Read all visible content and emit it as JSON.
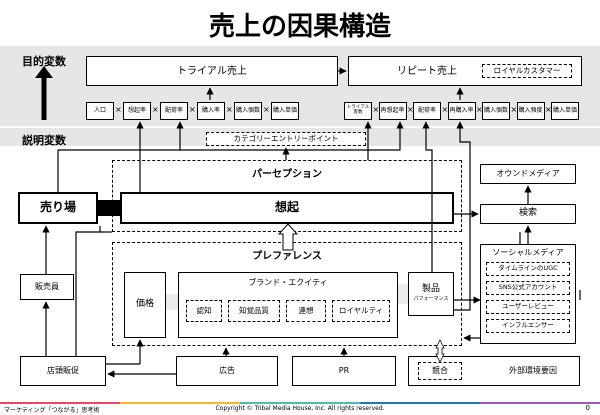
{
  "title": "売上の因果構造",
  "objective_label": "目的変数",
  "explanatory_label": "説明変数",
  "trial_sales": "トライアル売上",
  "repeat_sales": "リピート売上",
  "loyal_customer": "ロイヤルカスタマー",
  "trial_factors": [
    "人口",
    "想起率",
    "配荷率",
    "購入率",
    "購入個数",
    "購入単価"
  ],
  "repeat_factors": [
    "トライアル 客数",
    "再想起率",
    "配荷率",
    "再購入率",
    "購入個数",
    "購入頻度",
    "購入単価"
  ],
  "category_entry_point": "カテゴリーエントリーポイント",
  "perception": "パーセプション",
  "sales_floor": "売り場",
  "recall": "想起",
  "preference": "プレファレンス",
  "price": "価格",
  "brand_equity": "ブランド・エクイティ",
  "equity_items": [
    "認知",
    "知覚品質",
    "連想",
    "ロイヤルティ"
  ],
  "product": "製品",
  "product_sub": "パフォーマンス",
  "owned_media": "オウンドメディア",
  "search": "検索",
  "social_media": "ソーシャルメディア",
  "social_items": [
    "タイムラインのUGC",
    "SNS公式アカウント",
    "ユーザーレビュー",
    "インフルエンサー"
  ],
  "sales_staff": "販売員",
  "store_promotion": "店頭販促",
  "advertising": "広告",
  "pr": "PR",
  "competition": "競合",
  "external_factors": "外部環境要因",
  "footer_left": "マーケティング「つながる」思考術",
  "footer_center": "Copyright © Tribal Media House, Inc. All rights reserved.",
  "page_number": "0",
  "colors": {
    "header_bg": "#e6e6e6",
    "band": "#ececec",
    "line": "#000000"
  }
}
